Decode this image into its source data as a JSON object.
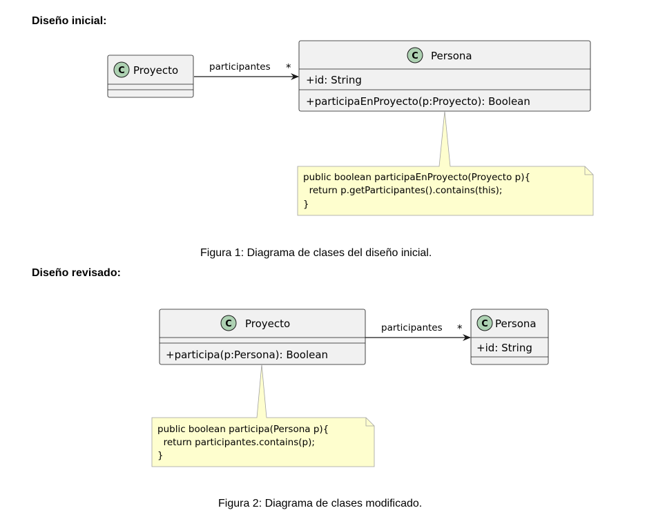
{
  "figure1": {
    "heading": "Diseño inicial:",
    "caption": "Figura 1: Diagrama de clases del diseño inicial.",
    "proyecto": {
      "stereotype": "C",
      "name": "Proyecto"
    },
    "persona": {
      "stereotype": "C",
      "name": "Persona",
      "attributes": [
        "+id: String"
      ],
      "methods": [
        "+participaEnProyecto(p:Proyecto): Boolean"
      ]
    },
    "association": {
      "label": "participantes",
      "multiplicity": "*"
    },
    "note": {
      "lines": [
        "public boolean participaEnProyecto(Proyecto p){",
        "  return p.getParticipantes().contains(this);",
        "}"
      ]
    }
  },
  "figure2": {
    "heading": "Diseño revisado:",
    "caption": "Figura 2: Diagrama de clases modificado.",
    "proyecto": {
      "stereotype": "C",
      "name": "Proyecto",
      "methods": [
        "+participa(p:Persona): Boolean"
      ]
    },
    "persona": {
      "stereotype": "C",
      "name": "Persona",
      "attributes": [
        "+id: String"
      ]
    },
    "association": {
      "label": "participantes",
      "multiplicity": "*"
    },
    "note": {
      "lines": [
        "public boolean participa(Persona p){",
        "  return participantes.contains(p);",
        "}"
      ]
    }
  },
  "colors": {
    "class_fill": "#f1f1f1",
    "class_stroke": "#181818",
    "class_icon": "#add1b2",
    "note_fill": "#fefece",
    "note_stroke": "#a0a0a0"
  }
}
